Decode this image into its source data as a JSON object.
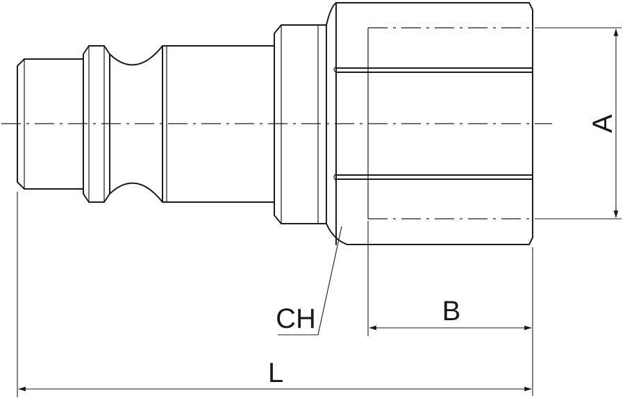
{
  "labels": {
    "A": "A",
    "B": "B",
    "CH": "CH",
    "L": "L"
  },
  "colors": {
    "line": "#1a1a1a",
    "background": "#ffffff"
  }
}
